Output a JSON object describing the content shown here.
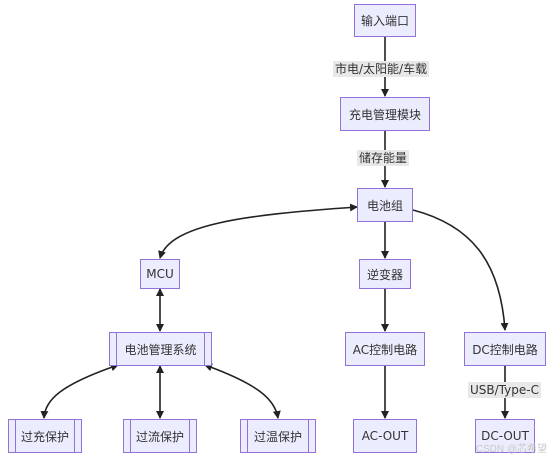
{
  "nodes": {
    "input_port": "输入端口",
    "charge_module": "充电管理模块",
    "battery_pack": "电池组",
    "mcu": "MCU",
    "inverter": "逆变器",
    "bms": "电池管理系统",
    "ac_control": "AC控制电路",
    "dc_control": "DC控制电路",
    "overcharge": "过充保护",
    "overcurrent": "过流保护",
    "overtemp": "过温保护",
    "ac_out": "AC-OUT",
    "dc_out": "DC-OUT"
  },
  "edge_labels": {
    "input_to_charge": "市电/太阳能/车载",
    "charge_to_battery": "储存能量",
    "dc_to_out": "USB/Type-C"
  },
  "colors": {
    "node_fill": "#ECECFF",
    "node_border": "#9370DB",
    "edge": "#222222",
    "label_bg": "#E8E8E8"
  },
  "watermark": "CSDN @芯希望"
}
